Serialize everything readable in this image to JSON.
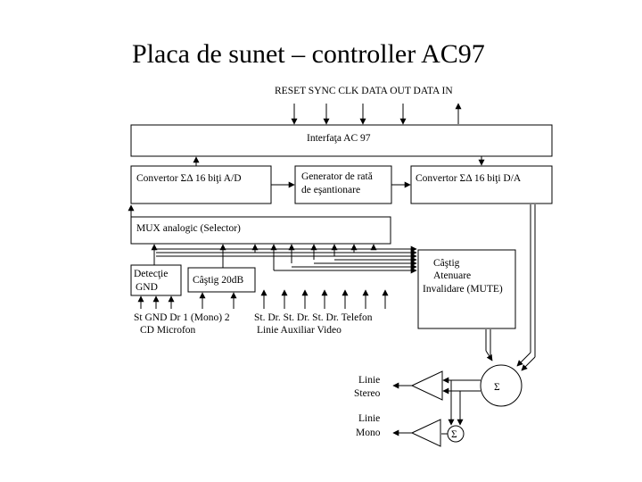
{
  "title": "Placa de sunet – controller AC97",
  "top_signals": "RESET SYNC CLK DATA OUT DATA IN",
  "blocks": {
    "interface": "Interfaţa AC 97",
    "adc": "Convertor ΣΔ 16 biţi A/D",
    "rate_gen_1": "Generator de rată",
    "rate_gen_2": "de eşantionare",
    "dac": "Convertor ΣΔ 16 biţi D/A",
    "mux": "MUX analogic (Selector)",
    "detect_1": "Detecţie",
    "detect_2": "GND",
    "gain": "Câştig 20dB",
    "mixer_1": "Câştig",
    "mixer_2": "Atenuare",
    "mixer_3": "Invalidare (MUTE)"
  },
  "inputs": {
    "row1_left": "St GND Dr 1  (Mono) 2",
    "row2_left": "CD          Microfon",
    "row1_right": "St.  Dr.  St.  Dr.  St.  Dr. Telefon",
    "row2_right": "Linie     Auxiliar   Video"
  },
  "outputs": {
    "stereo_1": "Linie",
    "stereo_2": "Stereo",
    "mono_1": "Linie",
    "mono_2": "Mono",
    "sum_big": "Σ",
    "sum_small": "Σ"
  }
}
